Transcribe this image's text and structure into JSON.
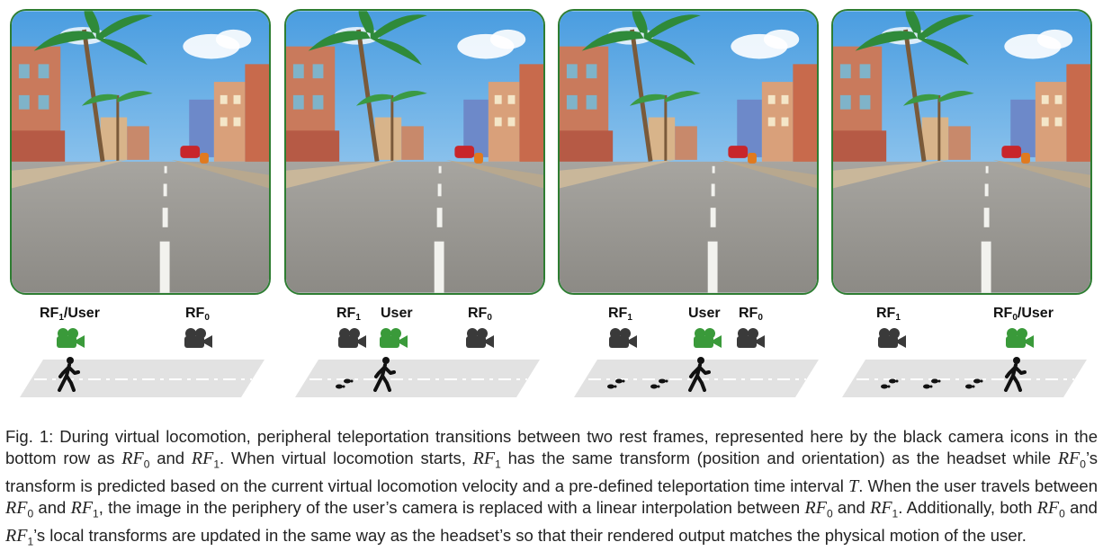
{
  "labels": {
    "p1_rf1_user": "RF",
    "p1_rf1_user_sub": "1",
    "p1_rf1_user_suffix": "/User",
    "p1_rf0": "RF",
    "p1_rf0_sub": "0",
    "p2_rf1": "RF",
    "p2_rf1_sub": "1",
    "p2_user": "User",
    "p2_rf0": "RF",
    "p2_rf0_sub": "0",
    "p3_rf1": "RF",
    "p3_rf1_sub": "1",
    "p3_user": "User",
    "p3_rf0": "RF",
    "p3_rf0_sub": "0",
    "p4_rf1": "RF",
    "p4_rf1_sub": "1",
    "p4_rf0_user": "RF",
    "p4_rf0_user_sub": "0",
    "p4_rf0_user_suffix": "/User"
  },
  "colors": {
    "frame_border": "#2e7d32",
    "user_camera": "#3a9a3a",
    "rest_frame_camera": "#3a3a3a",
    "road": "#e2e2e2"
  },
  "icons": [
    "camera-icon",
    "walking-person-icon",
    "footprints-icon"
  ],
  "caption": {
    "prefix": "Fig. 1: During virtual locomotion, peripheral teleportation transitions between two rest frames, represented here by the black camera icons in the bottom row as ",
    "s1": "RF",
    "s1_sub": "0",
    "t1": " and ",
    "s2": "RF",
    "s2_sub": "1",
    "t2": ". When virtual locomotion starts, ",
    "s3": "RF",
    "s3_sub": "1",
    "t3": " has the same transform (position and orientation) as the headset while ",
    "s4": "RF",
    "s4_sub": "0",
    "t4": "’s transform is predicted based on the current virtual locomotion velocity and a pre-defined teleportation time interval ",
    "s5": "T",
    "t5": ". When the user travels between ",
    "s6": "RF",
    "s6_sub": "0",
    "t6": " and ",
    "s7": "RF",
    "s7_sub": "1",
    "t7": ", the image in the periphery of the user’s camera is replaced with a linear interpolation between ",
    "s8": "RF",
    "s8_sub": "0",
    "t8": " and ",
    "s9": "RF",
    "s9_sub": "1",
    "t9": ". Additionally, both ",
    "s10": "RF",
    "s10_sub": "0",
    "t10": " and ",
    "s11": "RF",
    "s11_sub": "1",
    "t11": "’s local transforms are updated in the same way as the headset’s so that their rendered output matches the physical motion of the user."
  }
}
